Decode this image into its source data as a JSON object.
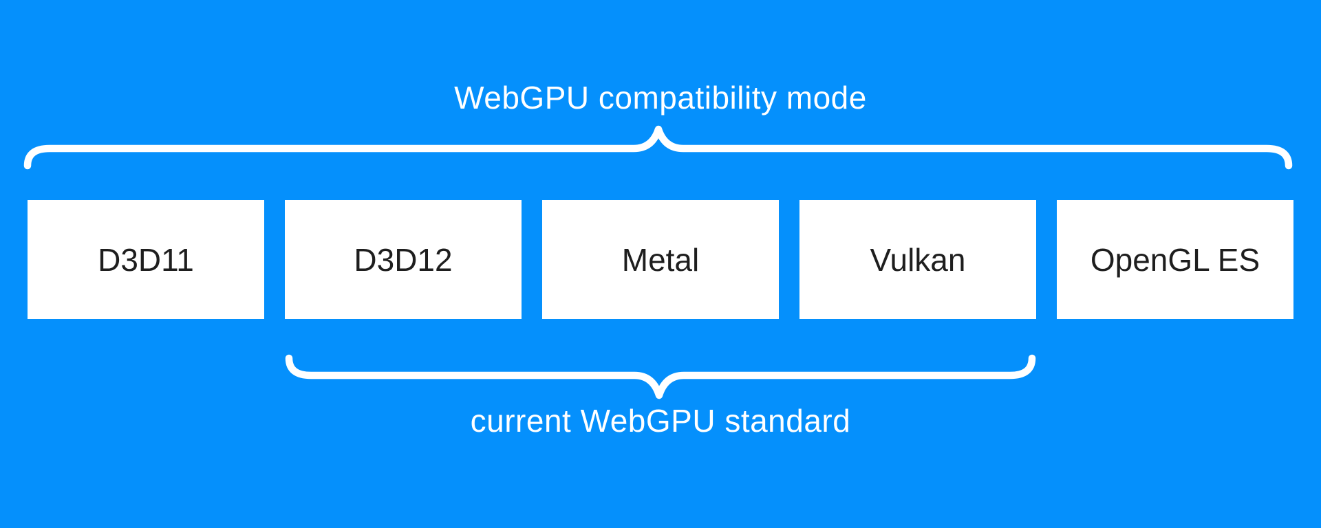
{
  "diagram": {
    "title": "WebGPU compatibility mode",
    "subtitle": "current WebGPU standard",
    "boxes": [
      {
        "label": "D3D11"
      },
      {
        "label": "D3D12"
      },
      {
        "label": "Metal"
      },
      {
        "label": "Vulkan"
      },
      {
        "label": "OpenGL ES"
      }
    ],
    "colors": {
      "background": "#0590fc",
      "box_fill": "#ffffff",
      "box_text": "#1e1e1e",
      "brace": "#ffffff",
      "caption_text": "#ffffff"
    }
  }
}
